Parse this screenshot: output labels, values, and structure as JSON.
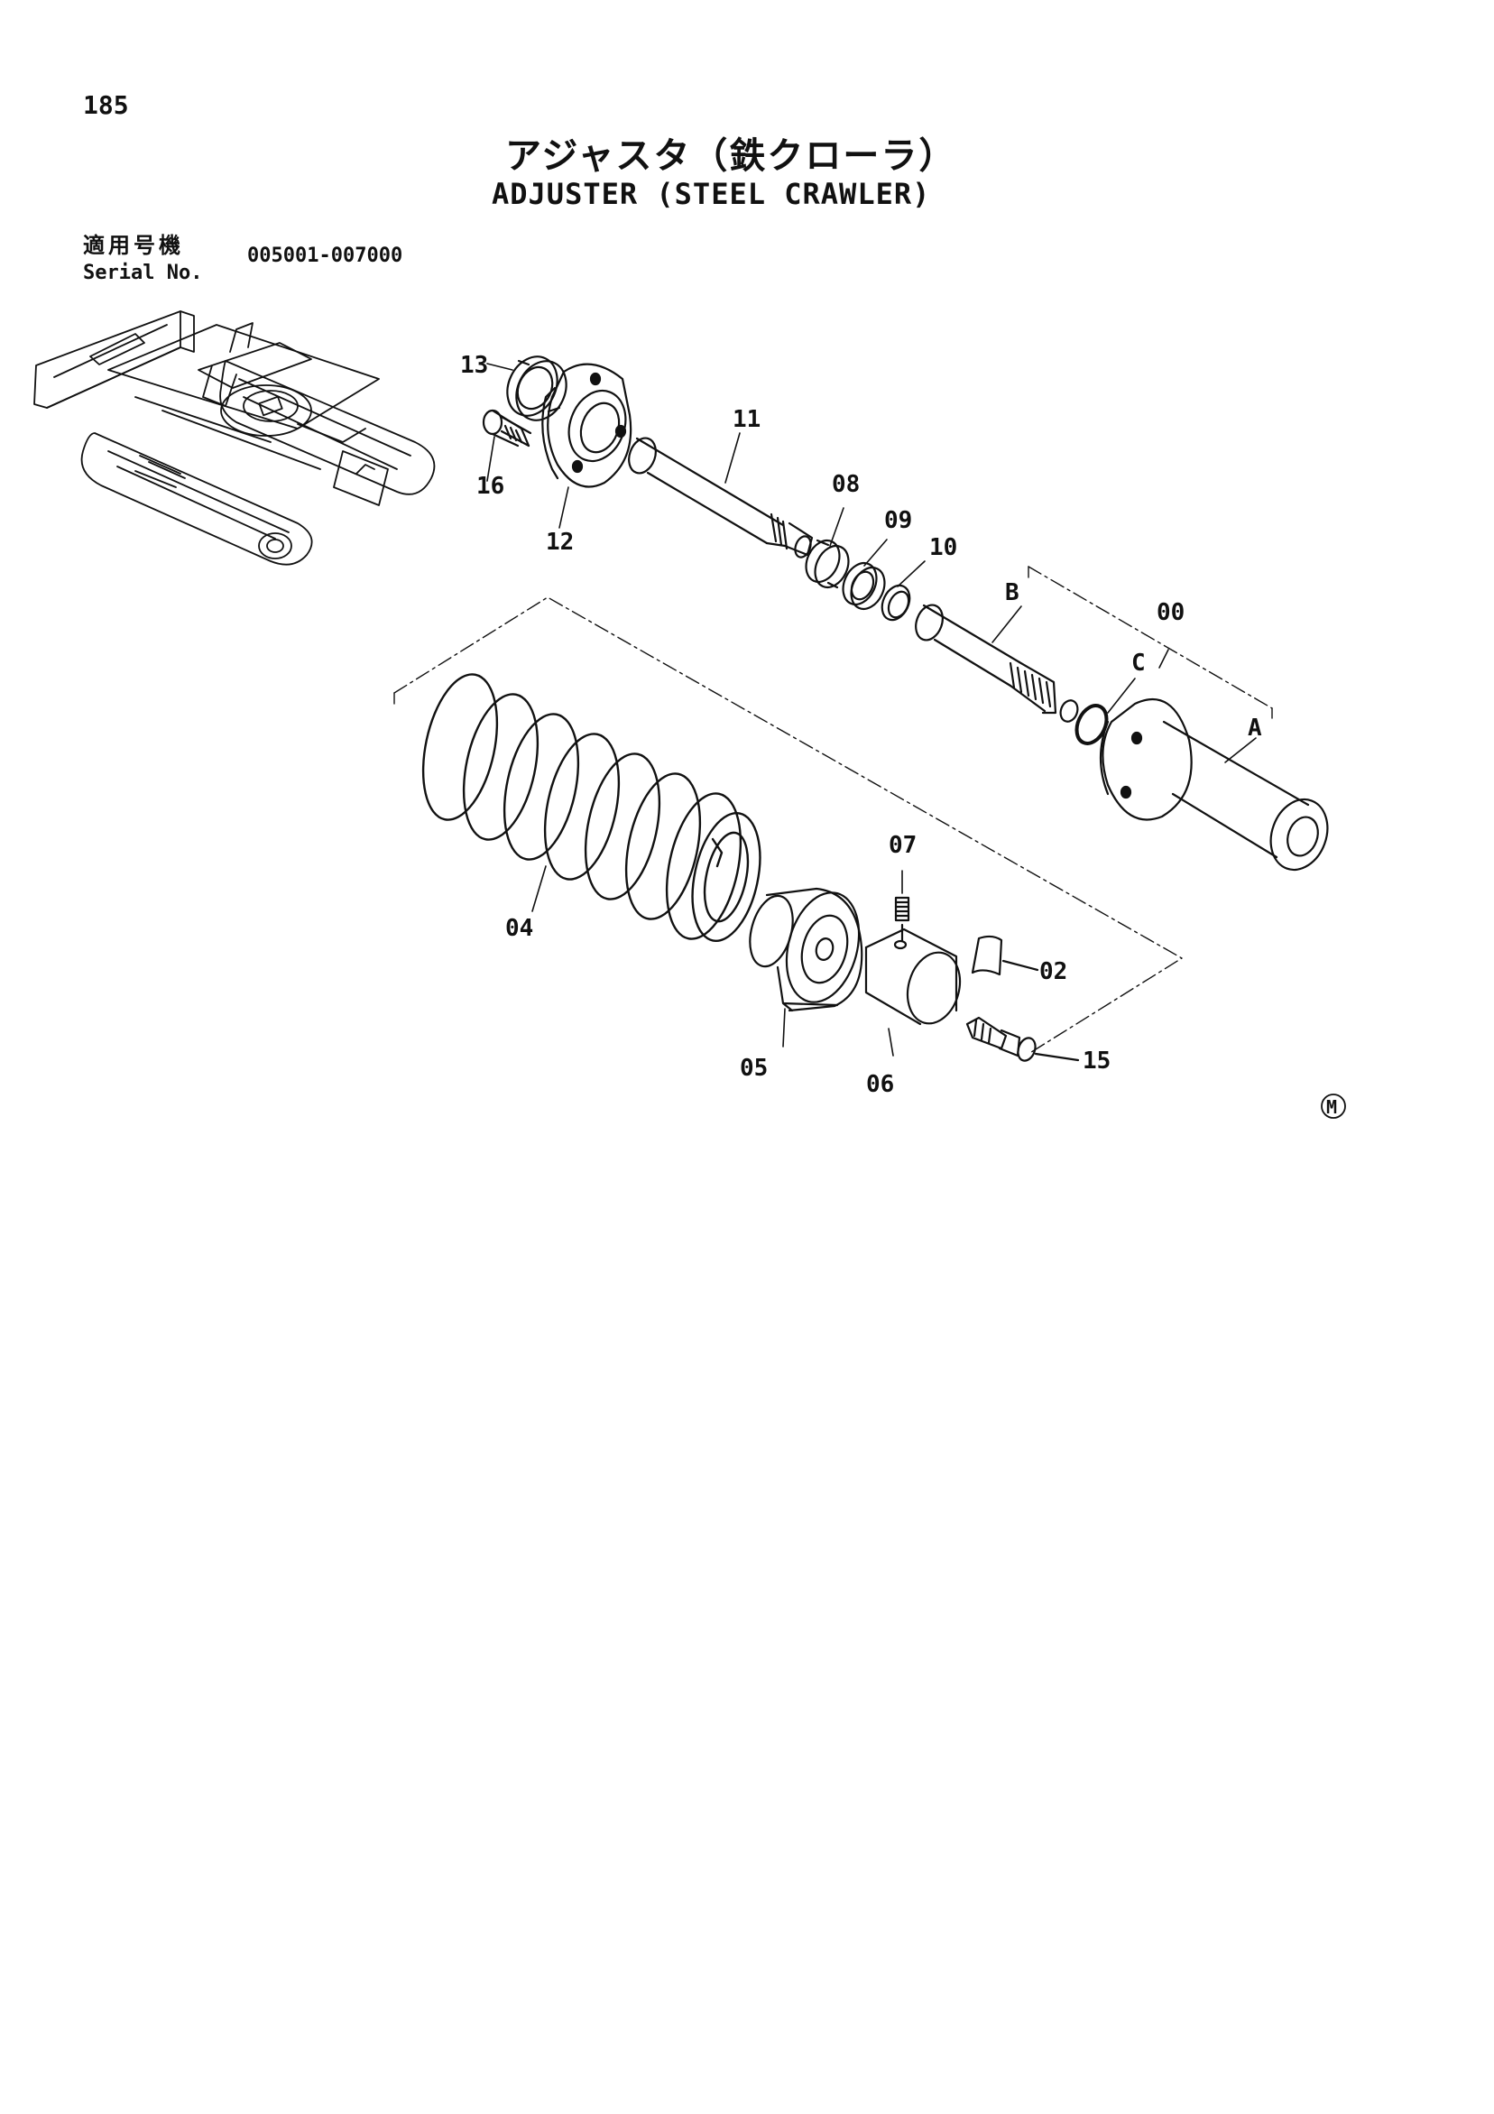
{
  "page": {
    "number": "185",
    "title_jp": "アジャスタ（鉄クローラ）",
    "title_en": "ADJUSTER (STEEL CRAWLER)",
    "serial_label_jp": "適用号機",
    "serial_label_en": "Serial No.",
    "serial_range": "005001-007000"
  },
  "callouts": {
    "p00": "00",
    "p02": "02",
    "p04": "04",
    "p05": "05",
    "p06": "06",
    "p07": "07",
    "p08": "08",
    "p09": "09",
    "p10": "10",
    "p11": "11",
    "p12": "12",
    "p13": "13",
    "p15": "15",
    "p16": "16",
    "A": "A",
    "B": "B",
    "C": "C"
  },
  "mark": "M"
}
